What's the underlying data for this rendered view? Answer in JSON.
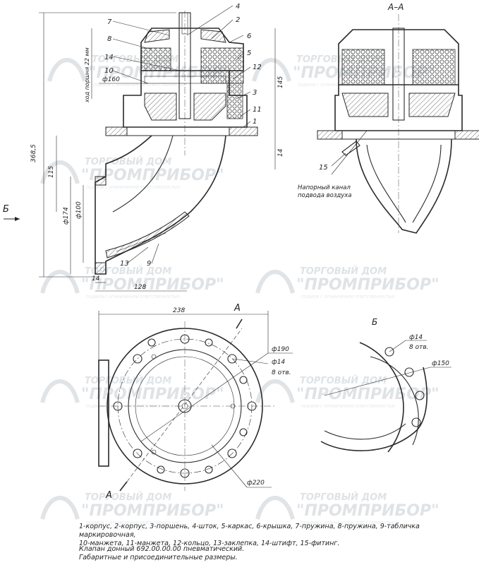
{
  "section_title": "А–А",
  "view_a_label": "А",
  "view_b_label": "Б",
  "view_b_title": "Б",
  "callouts": [
    "1",
    "2",
    "3",
    "4",
    "5",
    "6",
    "7",
    "8",
    "9",
    "10",
    "11",
    "12",
    "13",
    "14",
    "15"
  ],
  "dimensions": {
    "overall_height": "368,5",
    "piston_stroke": "ход поршня 22 мм",
    "d160": "ф160",
    "h145": "145",
    "h14": "14",
    "h115": "115",
    "d174": "ф174",
    "d100": "ф100",
    "w14": "14",
    "w128": "128",
    "w238": "238",
    "d190": "ф190",
    "d14": "ф14",
    "holes8": "8 отв.",
    "d220": "ф220",
    "b_d14": "ф14",
    "b_holes8": "8 отв.",
    "b_d150": "ф150"
  },
  "air_channel_note": [
    "Напорный канал",
    "подвода воздуха"
  ],
  "legend_parts": [
    "1-корпус, 2-корпус, 3-поршень, 4-шток, 5-каркас, 6-крышка, 7-пружина, 8-пружина, 9-табличка маркировочная,",
    "10-манжета, 11-манжета, 12-кольцо, 13-заклепка, 14-штифт, 15-фитинг."
  ],
  "caption": [
    "Клапан донный 692.00.00.00 пневматический.",
    "Габаритные и присоединительные размеры."
  ],
  "watermark": {
    "line1": "ТОРГОВЫЙ ДОМ",
    "line2": "\"ПРОМПРИБОР\"",
    "line3": "ПОДАРОК С ОГРАНИЧЕННОЙ ОТВЕТСТВЕННОСТЬЮ"
  }
}
